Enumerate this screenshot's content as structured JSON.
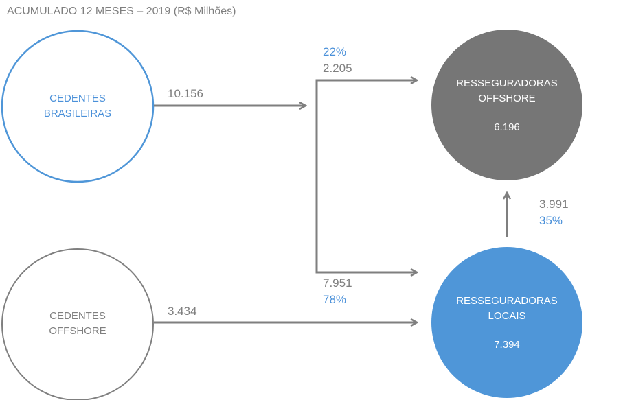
{
  "title": "ACUMULADO 12 MESES – 2019 (R$ Milhões)",
  "colors": {
    "gray": "#7f7f7f",
    "dark": "#767676",
    "blue": "#4f96d8",
    "blue_text": "#4a90d9"
  },
  "nodes": {
    "cedentes_brasileiras": {
      "line1": "CEDENTES",
      "line2": "BRASILEIRAS"
    },
    "cedentes_offshore": {
      "line1": "CEDENTES",
      "line2": "OFFSHORE"
    },
    "resseguradoras_offshore": {
      "line1": "RESSEGURADORAS",
      "line2": "OFFSHORE",
      "value": "6.196"
    },
    "resseguradoras_locais": {
      "line1": "RESSEGURADORAS",
      "line2": "LOCAIS",
      "value": "7.394"
    }
  },
  "flows": {
    "brasileiras_total": {
      "value": "10.156"
    },
    "to_offshore": {
      "value": "2.205",
      "percent": "22%"
    },
    "to_locais": {
      "value": "7.951",
      "percent": "78%"
    },
    "offshore_to_locais": {
      "value": "3.434"
    },
    "locais_to_offshore": {
      "value": "3.991",
      "percent": "35%"
    }
  }
}
